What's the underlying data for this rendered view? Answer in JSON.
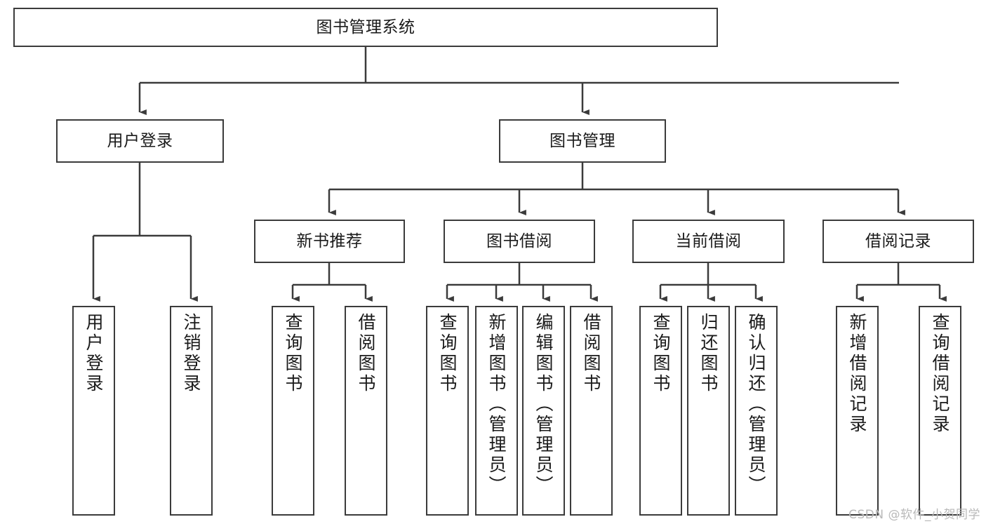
{
  "diagram": {
    "title": "图书管理系统",
    "watermark": "CSDN @软件_小贺同学",
    "stroke_color": "#3b3b3b",
    "fill_color": "#ffffff",
    "text_color": "#1a1a1a",
    "root": {
      "label": "图书管理系统"
    },
    "level2": [
      {
        "label": "用户登录"
      },
      {
        "label": "图书管理"
      }
    ],
    "level3": [
      {
        "label": "新书推荐"
      },
      {
        "label": "图书借阅"
      },
      {
        "label": "当前借阅"
      },
      {
        "label": "借阅记录"
      }
    ],
    "leaves": {
      "user_login": [
        {
          "label": "用户登录"
        },
        {
          "label": "注销登录"
        }
      ],
      "new_book_recommend": [
        {
          "label": "查询图书"
        },
        {
          "label": "借阅图书"
        }
      ],
      "book_borrow": [
        {
          "label": "查询图书"
        },
        {
          "label": "新增图书（管理员）"
        },
        {
          "label": "编辑图书（管理员）"
        },
        {
          "label": "借阅图书"
        }
      ],
      "current_borrow": [
        {
          "label": "查询图书"
        },
        {
          "label": "归还图书"
        },
        {
          "label": "确认归还（管理员）"
        }
      ],
      "borrow_record": [
        {
          "label": "新增借阅记录"
        },
        {
          "label": "查询借阅记录"
        }
      ]
    }
  }
}
